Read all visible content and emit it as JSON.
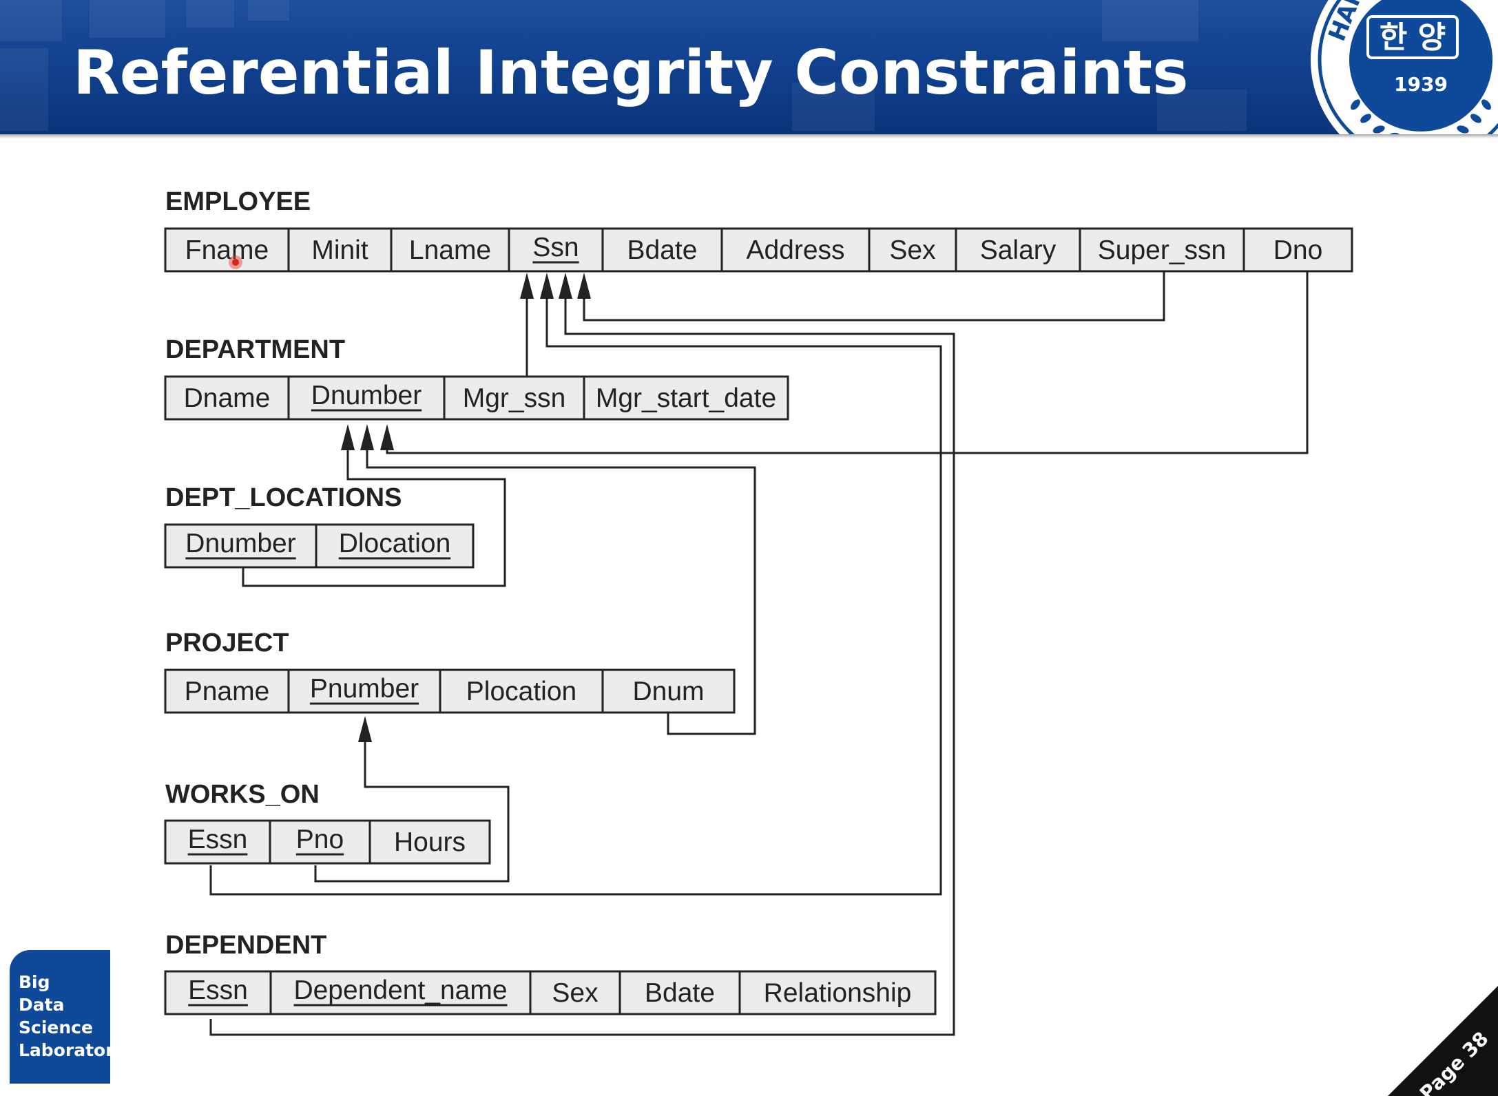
{
  "slide": {
    "title": "Referential Integrity Constraints",
    "page_label": "Page 38",
    "lab_name": [
      "Big",
      "Data",
      "Science",
      "Laboratory"
    ],
    "seal": {
      "arc_text": "HAN",
      "hangul": "한 양",
      "year": "1939"
    },
    "colors": {
      "header_blue": "#0f3f8c",
      "cell_fill": "#ececec",
      "badge_blue": "#0f4a9a"
    }
  },
  "schema": {
    "relations": [
      {
        "name": "EMPLOYEE",
        "attributes": [
          {
            "name": "Fname",
            "key": false
          },
          {
            "name": "Minit",
            "key": false
          },
          {
            "name": "Lname",
            "key": false
          },
          {
            "name": "Ssn",
            "key": true
          },
          {
            "name": "Bdate",
            "key": false
          },
          {
            "name": "Address",
            "key": false
          },
          {
            "name": "Sex",
            "key": false
          },
          {
            "name": "Salary",
            "key": false
          },
          {
            "name": "Super_ssn",
            "key": false
          },
          {
            "name": "Dno",
            "key": false
          }
        ]
      },
      {
        "name": "DEPARTMENT",
        "attributes": [
          {
            "name": "Dname",
            "key": false
          },
          {
            "name": "Dnumber",
            "key": true
          },
          {
            "name": "Mgr_ssn",
            "key": false
          },
          {
            "name": "Mgr_start_date",
            "key": false
          }
        ]
      },
      {
        "name": "DEPT_LOCATIONS",
        "attributes": [
          {
            "name": "Dnumber",
            "key": true
          },
          {
            "name": "Dlocation",
            "key": true
          }
        ]
      },
      {
        "name": "PROJECT",
        "attributes": [
          {
            "name": "Pname",
            "key": false
          },
          {
            "name": "Pnumber",
            "key": true
          },
          {
            "name": "Plocation",
            "key": false
          },
          {
            "name": "Dnum",
            "key": false
          }
        ]
      },
      {
        "name": "WORKS_ON",
        "attributes": [
          {
            "name": "Essn",
            "key": true
          },
          {
            "name": "Pno",
            "key": true
          },
          {
            "name": "Hours",
            "key": false
          }
        ]
      },
      {
        "name": "DEPENDENT",
        "attributes": [
          {
            "name": "Essn",
            "key": true
          },
          {
            "name": "Dependent_name",
            "key": true
          },
          {
            "name": "Sex",
            "key": false
          },
          {
            "name": "Bdate",
            "key": false
          },
          {
            "name": "Relationship",
            "key": false
          }
        ]
      }
    ],
    "foreign_keys": [
      {
        "from": "EMPLOYEE.Super_ssn",
        "to": "EMPLOYEE.Ssn"
      },
      {
        "from": "EMPLOYEE.Dno",
        "to": "DEPARTMENT.Dnumber"
      },
      {
        "from": "DEPARTMENT.Mgr_ssn",
        "to": "EMPLOYEE.Ssn"
      },
      {
        "from": "DEPT_LOCATIONS.Dnumber",
        "to": "DEPARTMENT.Dnumber"
      },
      {
        "from": "PROJECT.Dnum",
        "to": "DEPARTMENT.Dnumber"
      },
      {
        "from": "WORKS_ON.Essn",
        "to": "EMPLOYEE.Ssn"
      },
      {
        "from": "WORKS_ON.Pno",
        "to": "PROJECT.Pnumber"
      },
      {
        "from": "DEPENDENT.Essn",
        "to": "EMPLOYEE.Ssn"
      }
    ]
  }
}
